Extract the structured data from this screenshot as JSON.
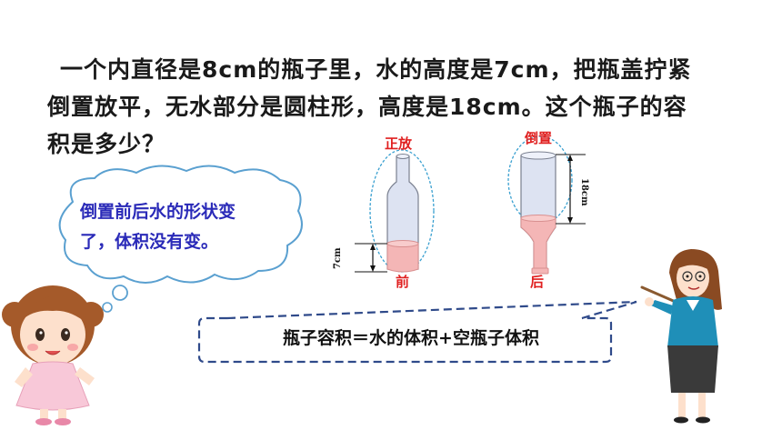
{
  "problem": {
    "line1": "一个内直径是8cm的瓶子里，水的高度是7cm，把瓶盖拧紧",
    "line2": "倒置放平，无水部分是圆柱形，高度是18cm。这个瓶子的容",
    "line3": "积是多少？"
  },
  "diagram": {
    "upright_label": "正放",
    "inverted_label": "倒置",
    "before_label": "前",
    "after_label": "后",
    "water_height": "7cm",
    "empty_height": "18cm"
  },
  "bubble": {
    "line1": "倒置前后水的形状变",
    "line2": "了，体积没有变。"
  },
  "formula": "瓶子容积＝水的体积+空瓶子体积",
  "colors": {
    "water": "#f4b6b6",
    "glass": "#dde3f2",
    "label_red": "#e02020",
    "bubble_text": "#2a2ab8",
    "frame_blue": "#2f4a8a"
  }
}
